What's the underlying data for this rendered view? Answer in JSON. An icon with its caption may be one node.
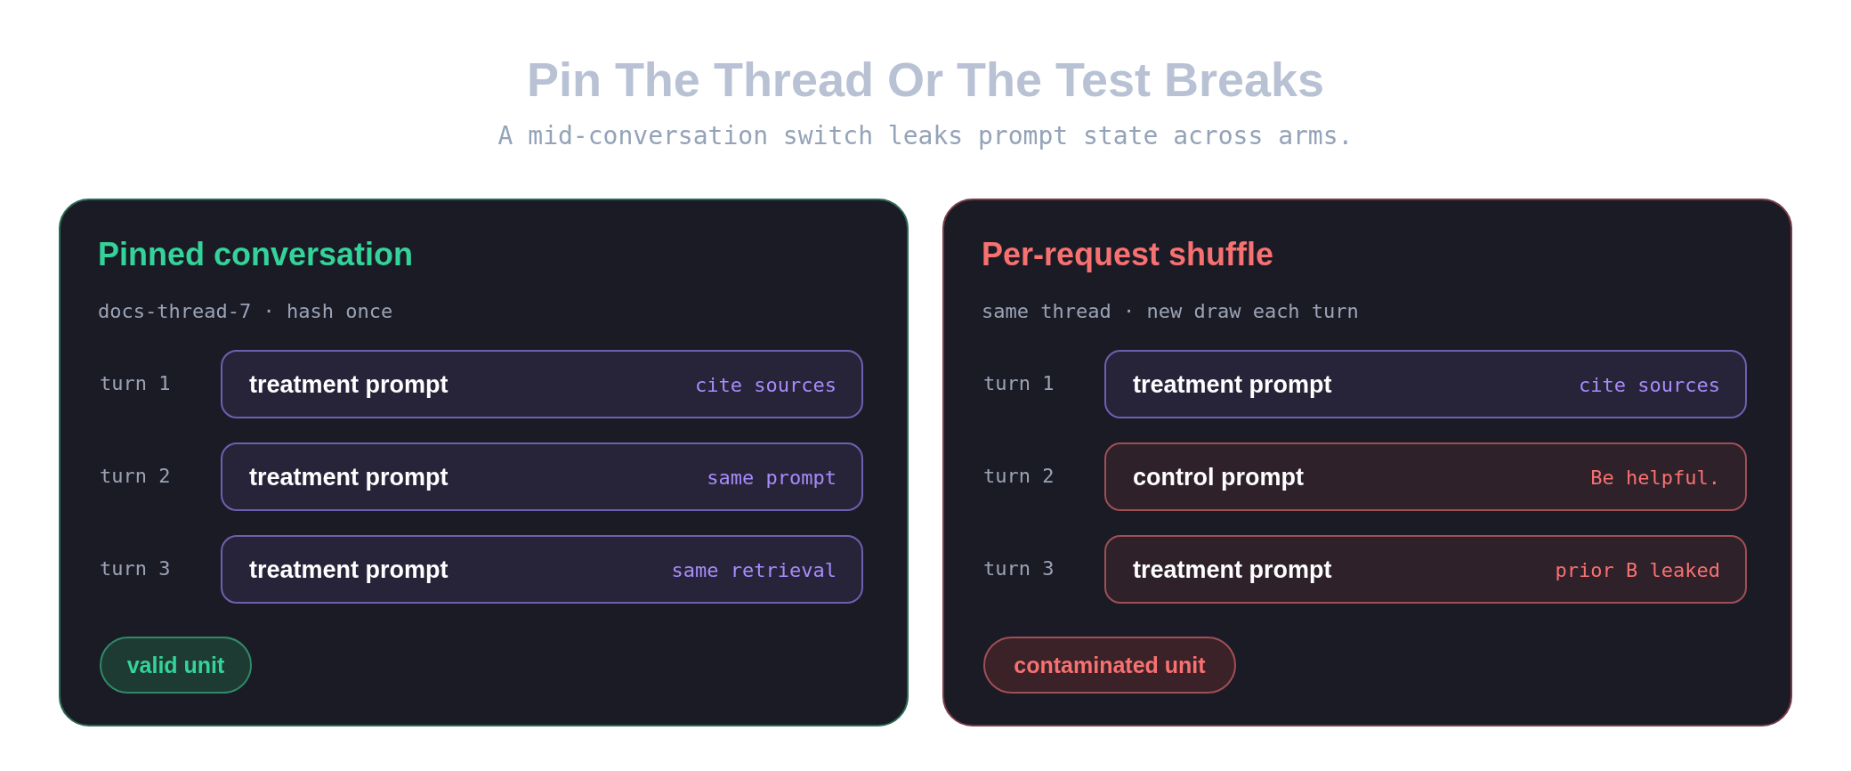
{
  "diagram": {
    "title": "Pin The Thread Or The Test Breaks",
    "caption": "A mid-conversation switch leaks prompt state across arms.",
    "nodes": [
      {
        "text": [
          "Pinned conversation",
          "docs-thread-7 · hash once"
        ]
      },
      {
        "text": [
          "treatment prompt",
          "cite sources"
        ],
        "in": 0,
        "beside": [
          "turn 1"
        ]
      },
      {
        "text": [
          "treatment prompt",
          "same prompt"
        ],
        "in": 0,
        "beside": [
          "turn 2"
        ]
      },
      {
        "text": [
          "treatment prompt",
          "same retrieval"
        ],
        "in": 0,
        "beside": [
          "turn 3"
        ]
      },
      {
        "text": [
          "valid unit"
        ],
        "in": 0
      },
      {
        "text": [
          "Per-request shuffle",
          "same thread · new draw each turn"
        ]
      },
      {
        "text": [
          "treatment prompt",
          "cite sources"
        ],
        "in": 5,
        "beside": [
          "turn 1"
        ]
      },
      {
        "text": [
          "control prompt",
          "Be helpful."
        ],
        "in": 5,
        "beside": [
          "turn 2"
        ]
      },
      {
        "text": [
          "treatment prompt",
          "prior B leaked"
        ],
        "in": 5,
        "beside": [
          "turn 3"
        ]
      },
      {
        "text": [
          "contaminated unit"
        ],
        "in": 5
      }
    ],
    "edges": []
  }
}
